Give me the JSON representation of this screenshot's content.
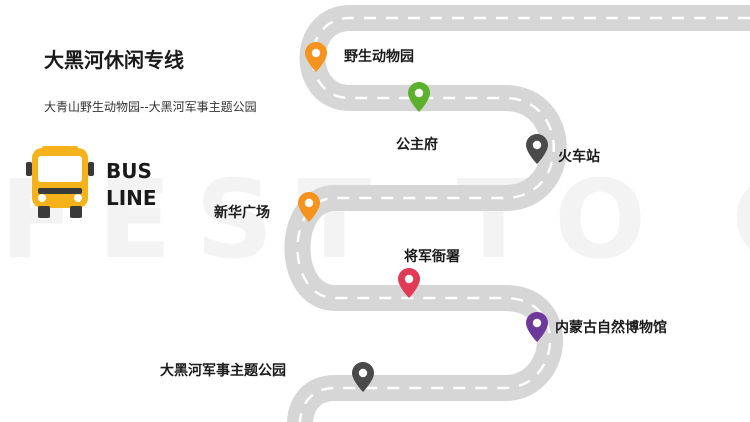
{
  "title": "大黑河休闲专线",
  "subtitle": "大青山野生动物园--大黑河军事主题公园",
  "bus_label_line1": "BUS",
  "bus_label_line2": "LINE",
  "watermark": "FEST TO GO",
  "colors": {
    "road": "#d6d6d6",
    "road_dash": "#ffffff",
    "bus_body": "#f6b21a",
    "bus_dark": "#3a3a3a"
  },
  "stops": [
    {
      "name": "野生动物园",
      "color": "#f5931e",
      "icon": "map-pin-icon"
    },
    {
      "name": "公主府",
      "color": "#5cb02c",
      "icon": "map-pin-icon"
    },
    {
      "name": "火车站",
      "color": "#4a4a4a",
      "icon": "map-pin-icon"
    },
    {
      "name": "新华广场",
      "color": "#f5931e",
      "icon": "map-pin-icon"
    },
    {
      "name": "将军衙署",
      "color": "#e03a55",
      "icon": "map-pin-icon"
    },
    {
      "name": "内蒙古自然博物馆",
      "color": "#6d3a9c",
      "icon": "map-pin-icon"
    },
    {
      "name": "大黑河军事主题公园",
      "color": "#4a4a4a",
      "icon": "map-pin-icon"
    }
  ]
}
